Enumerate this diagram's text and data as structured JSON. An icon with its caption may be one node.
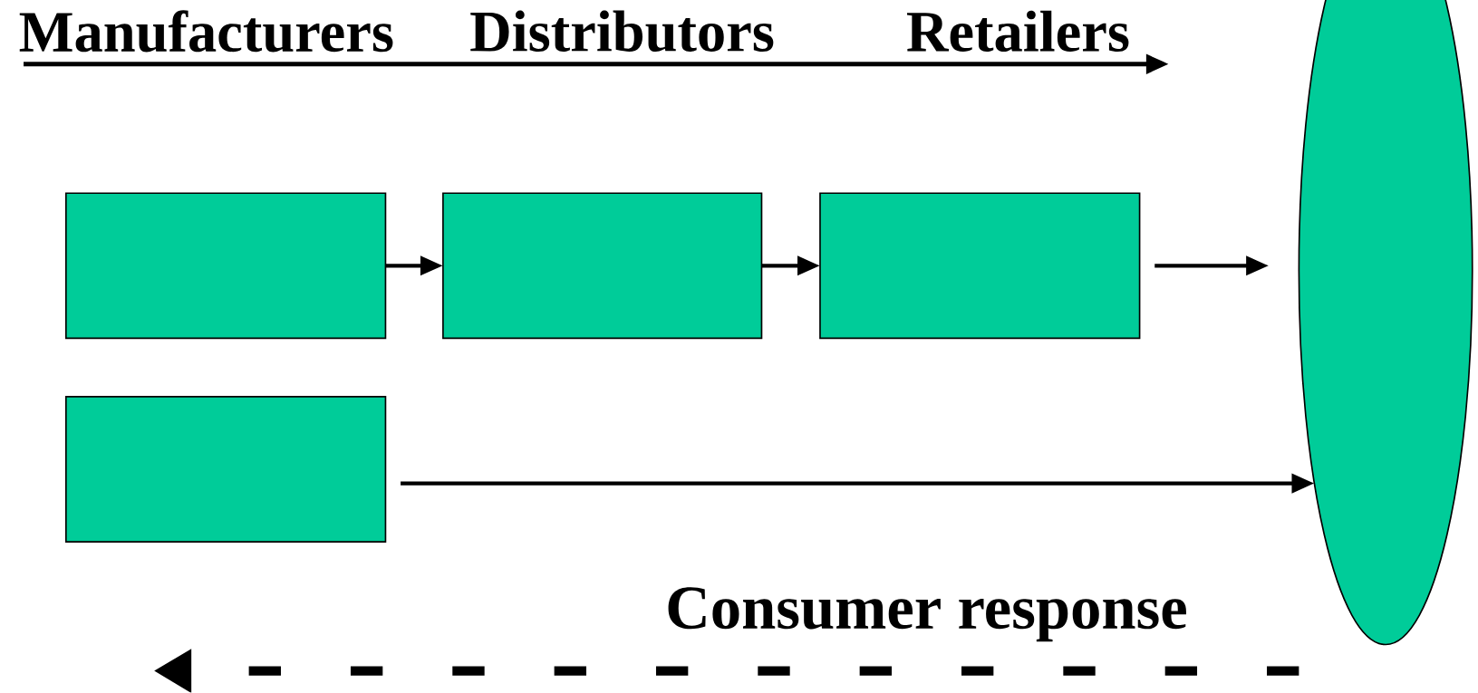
{
  "diagram": {
    "nodes": [
      {
        "text": [],
        "shape": "box"
      },
      {
        "text": [],
        "shape": "box"
      },
      {
        "text": [],
        "shape": "box"
      },
      {
        "text": [],
        "shape": "ellipse"
      },
      {
        "text": [],
        "shape": "box"
      }
    ],
    "edges": [
      {
        "from": 0,
        "to": 1,
        "arrow": "to"
      },
      {
        "from": 1,
        "to": 2,
        "arrow": "to"
      },
      {
        "from": 2,
        "to": 3,
        "arrow": "to"
      },
      {
        "from": 4,
        "to": 3,
        "arrow": "to"
      },
      {
        "from": 3,
        "to": null,
        "arrow": "to",
        "style": "dashed",
        "label": "Consumer response"
      }
    ],
    "labels": [
      "Manufacturers",
      "Distributors",
      "Retailers"
    ]
  }
}
